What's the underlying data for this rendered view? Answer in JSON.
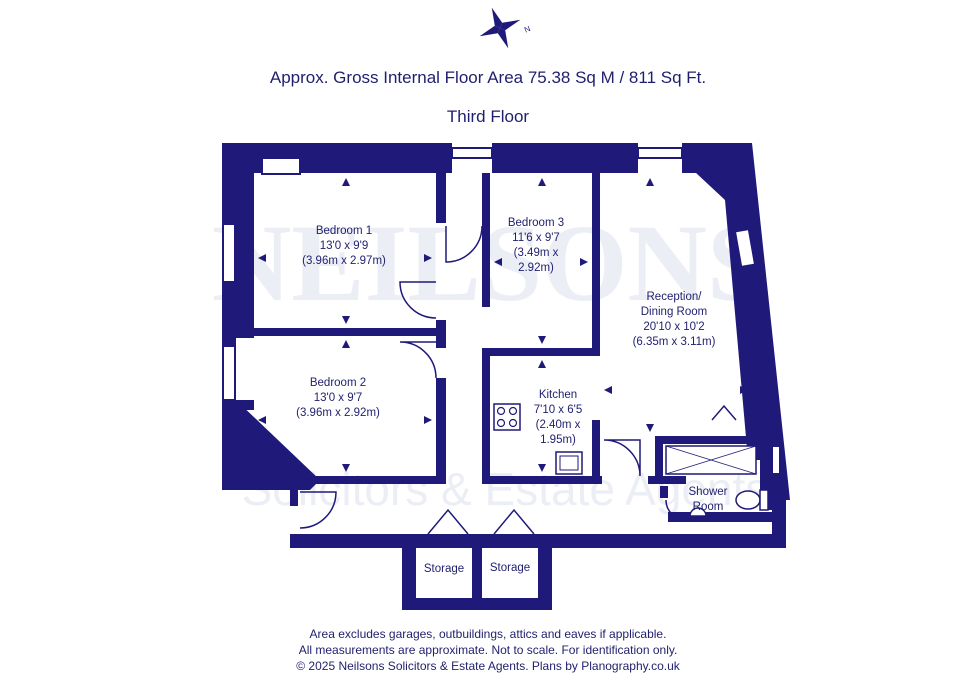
{
  "header": {
    "area_text": "Approx. Gross Internal Floor Area 75.38 Sq M / 811 Sq Ft.",
    "floor_text": "Third Floor"
  },
  "rooms": {
    "bedroom1": [
      "Bedroom 1",
      "13'0 x 9'9",
      "(3.96m x 2.97m)"
    ],
    "bedroom2": [
      "Bedroom 2",
      "13'0 x 9'7",
      "(3.96m x 2.92m)"
    ],
    "bedroom3": [
      "Bedroom 3",
      "11'6 x 9'7",
      "(3.49m x",
      "2.92m)"
    ],
    "reception": [
      "Reception/",
      "Dining Room",
      "20'10 x 10'2",
      "(6.35m x 3.11m)"
    ],
    "kitchen": [
      "Kitchen",
      "7'10 x 6'5",
      "(2.40m x",
      "1.95m)"
    ],
    "shower": [
      "Shower",
      "Room"
    ],
    "storage1": [
      "Storage"
    ],
    "storage2": [
      "Storage"
    ]
  },
  "watermark": {
    "line1": "NEILSONS",
    "line2": "Solicitors & Estate Agents"
  },
  "footer": {
    "line1": "Area excludes garages, outbuildings, attics and eaves if applicable.",
    "line2": "All measurements are approximate. Not to scale. For identification only.",
    "line3": "© 2025 Neilsons Solicitors & Estate Agents. Plans by Planography.co.uk"
  },
  "colors": {
    "wall": "#1f1a7a",
    "text": "#1f1f6e",
    "watermark": "#eceef5"
  },
  "icons": [
    "compass-icon",
    "hob-icon",
    "sink-icon",
    "toilet-icon",
    "shower-tray-icon"
  ]
}
